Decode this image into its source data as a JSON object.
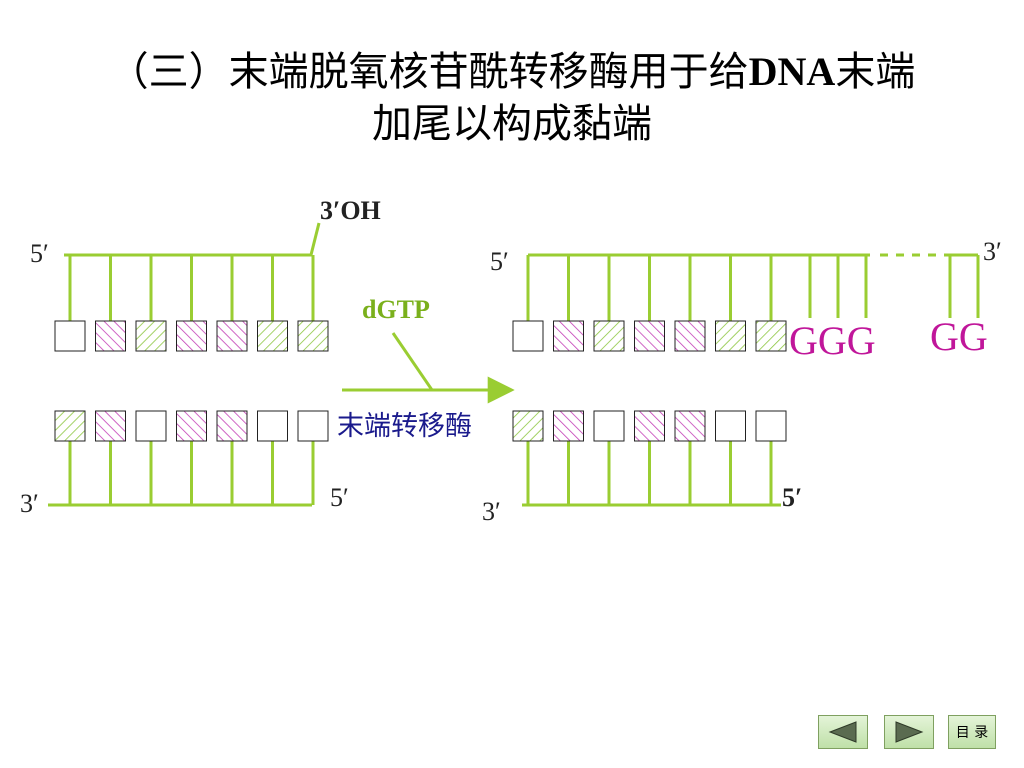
{
  "title": {
    "line1_prefix": "（三）末端脱氧核苷酰转移酶用于给",
    "line1_latin": "DNA",
    "line1_suffix": "末端",
    "line2": "加尾以构成黏端"
  },
  "labels": {
    "left_top_5": "5′",
    "left_top_3oh": "3′OH",
    "left_bottom_3": "3′",
    "left_bottom_5": "5′",
    "substrate": "dGTP",
    "enzyme": "末端转移酶",
    "right_top_5": "5′",
    "right_top_3": "3′",
    "right_bottom_3": "3′",
    "right_bottom_5": "5′",
    "tail_ggg": "GGG",
    "tail_gg": "GG"
  },
  "nav": {
    "menu_label": "目 录",
    "prev_icon": "triangle-left-icon",
    "next_icon": "triangle-right-icon"
  },
  "colors": {
    "strand": "#9acd32",
    "hatch_green": "#8cc63f",
    "hatch_magenta": "#c33eb6",
    "tail": "#c0169a",
    "enzyme_text": "#1a1a8c",
    "nav_bg": "#cfe8bd"
  },
  "strands": {
    "left_top_bases": [
      "plain",
      "magenta",
      "green",
      "magenta",
      "magenta",
      "green",
      "green"
    ],
    "left_bottom_bases": [
      "green",
      "magenta",
      "plain",
      "magenta",
      "magenta",
      "plain",
      "plain"
    ],
    "right_top_bases": [
      "plain",
      "magenta",
      "green",
      "magenta",
      "magenta",
      "green",
      "green"
    ],
    "right_bottom_bases": [
      "green",
      "magenta",
      "plain",
      "magenta",
      "magenta",
      "plain",
      "plain"
    ]
  }
}
